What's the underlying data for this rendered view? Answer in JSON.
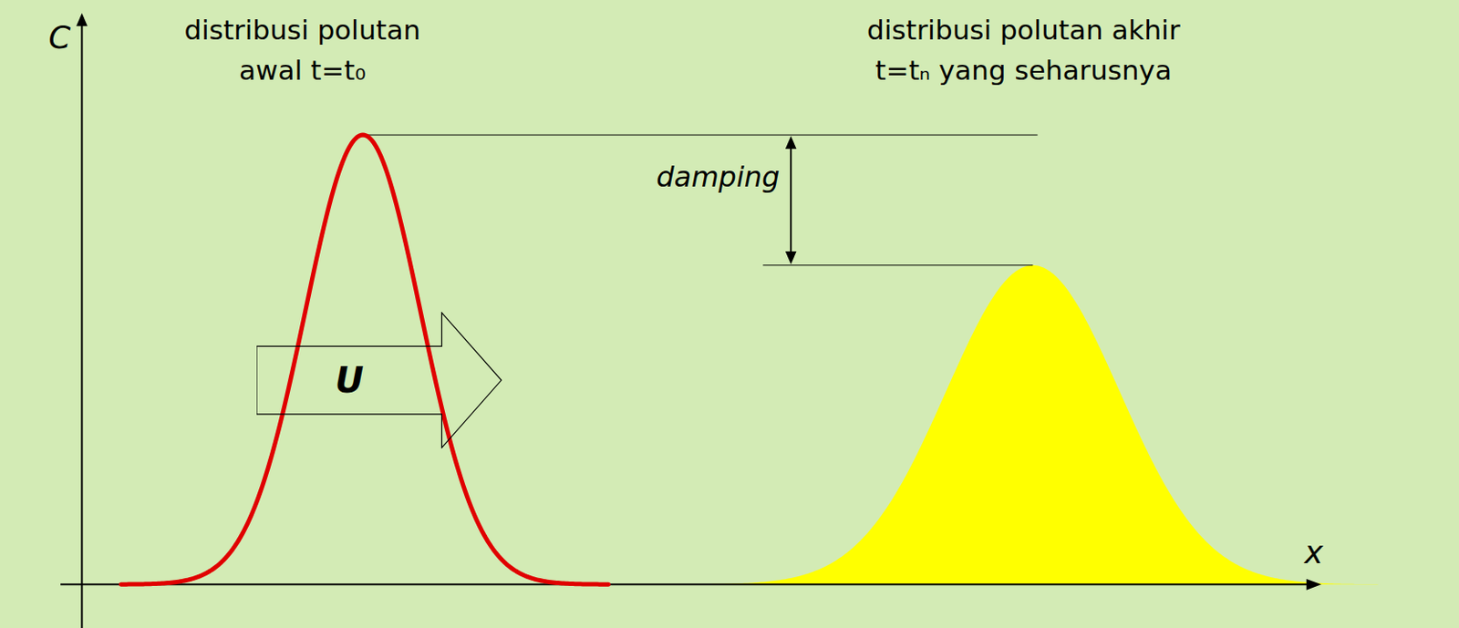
{
  "diagram": {
    "nodes": [
      {
        "text": [
          "U"
        ]
      }
    ],
    "labels": [
      "C",
      "distribusi polutan awal t=t₀",
      "distribusi polutan akhir t=tₙ yang seharusnya",
      "damping",
      "x"
    ]
  }
}
